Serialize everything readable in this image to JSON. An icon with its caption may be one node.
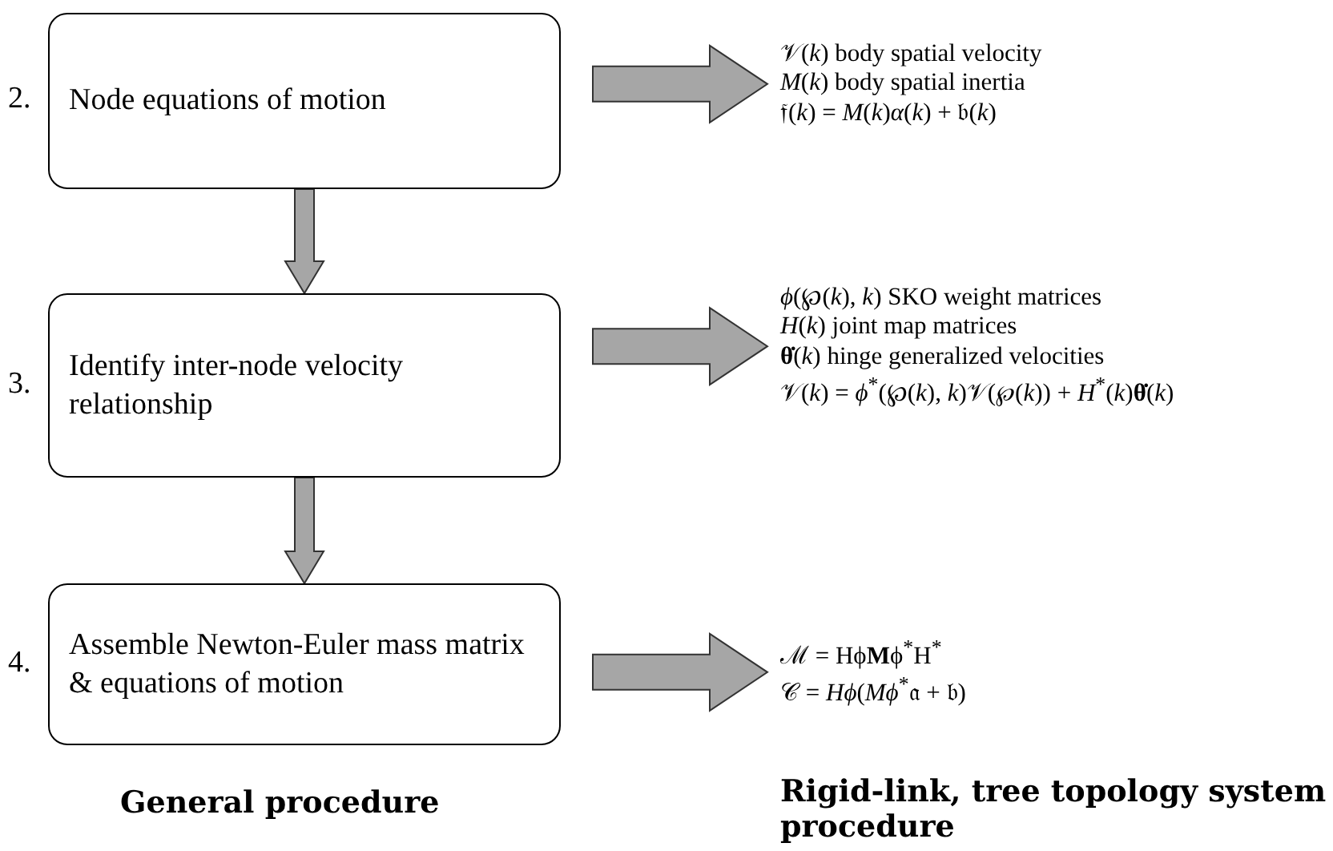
{
  "diagram": {
    "nodes": [
      {
        "text": [
          "Node equations of motion"
        ],
        "beside": [
          "2."
        ]
      },
      {
        "text": [
          "Identify inter-node velocity relationship"
        ],
        "beside": [
          "3."
        ]
      },
      {
        "text": [
          "Assemble Newton-Euler mass matrix & equations of motion"
        ],
        "beside": [
          "4."
        ]
      },
      {
        "text": [
          "𝒱(*k*) body spatial velocity",
          "*M*(*k*) body spatial inertia",
          "𝔣(*k*) = *M*(*k*)*α*(*k*) + 𝔟(*k*)"
        ]
      },
      {
        "text": [
          "*ϕ*(℘(*k*), *k*) SKO weight matrices",
          "*H*(*k*) joint map matrices",
          "**θ̇**(*k*) hinge generalized velocities",
          "𝒱(*k*) = *ϕ*$^{*}$(℘(*k*), *k*)𝒱(℘(*k*)) + *H*$^{*}$(*k*)**θ̇**(*k*)"
        ]
      },
      {
        "text": [
          "ℳ = Hϕ**M**ϕ$^{*}$H$^{*}$",
          "𝒞 = *Hϕ*(*Mϕ*$^{*}$𝔞 + 𝔟)"
        ]
      }
    ],
    "edges": [
      {
        "from": 0,
        "to": 1,
        "arrow": "to",
        "style": "thick"
      },
      {
        "from": 1,
        "to": 2,
        "arrow": "to",
        "style": "thick"
      },
      {
        "from": 0,
        "to": 3,
        "arrow": "to",
        "style": "thick"
      },
      {
        "from": 1,
        "to": 4,
        "arrow": "to",
        "style": "thick"
      },
      {
        "from": 2,
        "to": 5,
        "arrow": "to",
        "style": "thick"
      }
    ],
    "labels": [
      "General procedure",
      "Rigid-link, tree topology system procedure"
    ]
  }
}
